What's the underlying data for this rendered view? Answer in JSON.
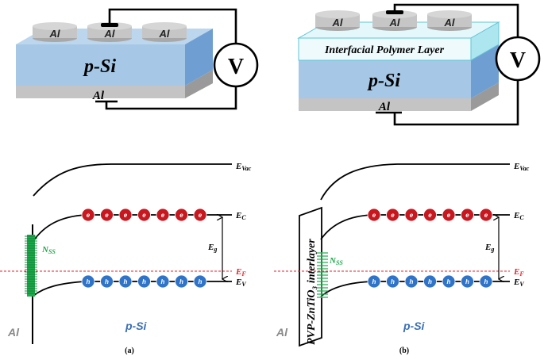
{
  "colors": {
    "si_front": "#a6c8e6",
    "si_side": "#6f9fd2",
    "si_top": "#bcd6ee",
    "base_front": "#c4c4c4",
    "base_side": "#9a9a9a",
    "polymer_front": "#e9f9fb",
    "polymer_side": "#aee6f0",
    "polymer_edge": "#5fc6d6",
    "electron": "#c8171f",
    "hole": "#2f74c8",
    "nss": "#1daa4b",
    "fermi": "#e8202a",
    "psi_text": "#3a6fb5",
    "al_text": "#8a8a8a"
  },
  "panel_a": {
    "contact_labels": [
      "Al",
      "Al",
      "Al"
    ],
    "substrate_label": "p-Si",
    "back_contact_label": "Al",
    "meter_label": "V",
    "caption": "(a)",
    "band": {
      "vac_label": "E",
      "vac_sub": "Vac",
      "c_label": "E",
      "c_sub": "C",
      "g_label": "E",
      "g_sub": "g",
      "f_label": "E",
      "f_sub": "F",
      "v_label": "E",
      "v_sub": "V",
      "nss_label": "N",
      "nss_sub": "SS",
      "metal_label": "Al",
      "semi_label": "p-Si",
      "electron_glyph": "e",
      "hole_glyph": "h"
    }
  },
  "panel_b": {
    "contact_labels": [
      "Al",
      "Al",
      "Al"
    ],
    "polymer_label": "Interfacial Polymer Layer",
    "substrate_label": "p-Si",
    "back_contact_label": "Al",
    "meter_label": "V",
    "caption": "(b)",
    "band": {
      "vac_label": "E",
      "vac_sub": "Vac",
      "c_label": "E",
      "c_sub": "C",
      "g_label": "E",
      "g_sub": "g",
      "f_label": "E",
      "f_sub": "F",
      "v_label": "E",
      "v_sub": "V",
      "nss_label": "N",
      "nss_sub": "SS",
      "interlayer_label": "PVP-ZnTiO₃ interlayer",
      "metal_label": "Al",
      "semi_label": "p-Si",
      "electron_glyph": "e",
      "hole_glyph": "h"
    }
  }
}
